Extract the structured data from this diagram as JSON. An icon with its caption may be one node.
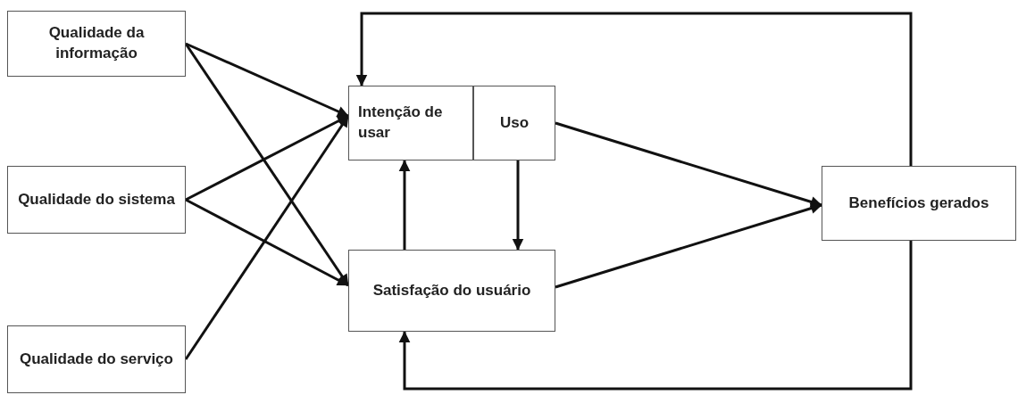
{
  "diagram": {
    "nodes": [
      {
        "text": [
          "Qualidade da informação"
        ]
      },
      {
        "text": [
          "Qualidade do sistema"
        ]
      },
      {
        "text": [
          "Qualidade do serviço"
        ]
      },
      {
        "text": [
          "Intenção de usar"
        ]
      },
      {
        "text": [
          "Uso"
        ]
      },
      {
        "text": [
          "Satisfação do usuário"
        ]
      },
      {
        "text": [
          "Benefícios gerados"
        ]
      }
    ],
    "edges": [
      {
        "from": 0,
        "to": 3,
        "arrow": "to"
      },
      {
        "from": 0,
        "to": 5,
        "arrow": "to"
      },
      {
        "from": 1,
        "to": 3,
        "arrow": "to"
      },
      {
        "from": 1,
        "to": 5,
        "arrow": "to"
      },
      {
        "from": 2,
        "to": 3,
        "arrow": "to"
      },
      {
        "from": 5,
        "to": 3,
        "arrow": "to"
      },
      {
        "from": 4,
        "to": 5,
        "arrow": "to"
      },
      {
        "from": 4,
        "to": 6,
        "arrow": "to"
      },
      {
        "from": 5,
        "to": 6,
        "arrow": "to"
      },
      {
        "from": 6,
        "to": 3,
        "arrow": "to"
      },
      {
        "from": 6,
        "to": 5,
        "arrow": "to"
      }
    ]
  }
}
